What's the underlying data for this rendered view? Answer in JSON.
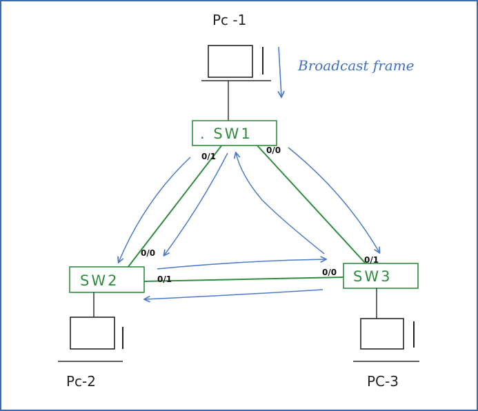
{
  "diagram": {
    "note": "Broadcast frame",
    "colors": {
      "link": "#2e8b3e",
      "arrow": "#4a78c8",
      "ink": "#222222",
      "border": "#3d6bb3"
    },
    "pcs": {
      "pc1": "Pc -1",
      "pc2": "Pc-2",
      "pc3": "PC-3"
    },
    "switches": {
      "sw1": ". SW1",
      "sw2": "SW2",
      "sw3": "SW3"
    },
    "ports": {
      "sw1_to_sw2": "0/1",
      "sw1_to_sw3": "0/0",
      "sw2_to_sw1": "0/0",
      "sw2_to_sw3": "0/1",
      "sw3_to_sw2": "0/0",
      "sw3_to_sw1": "0/1"
    }
  }
}
